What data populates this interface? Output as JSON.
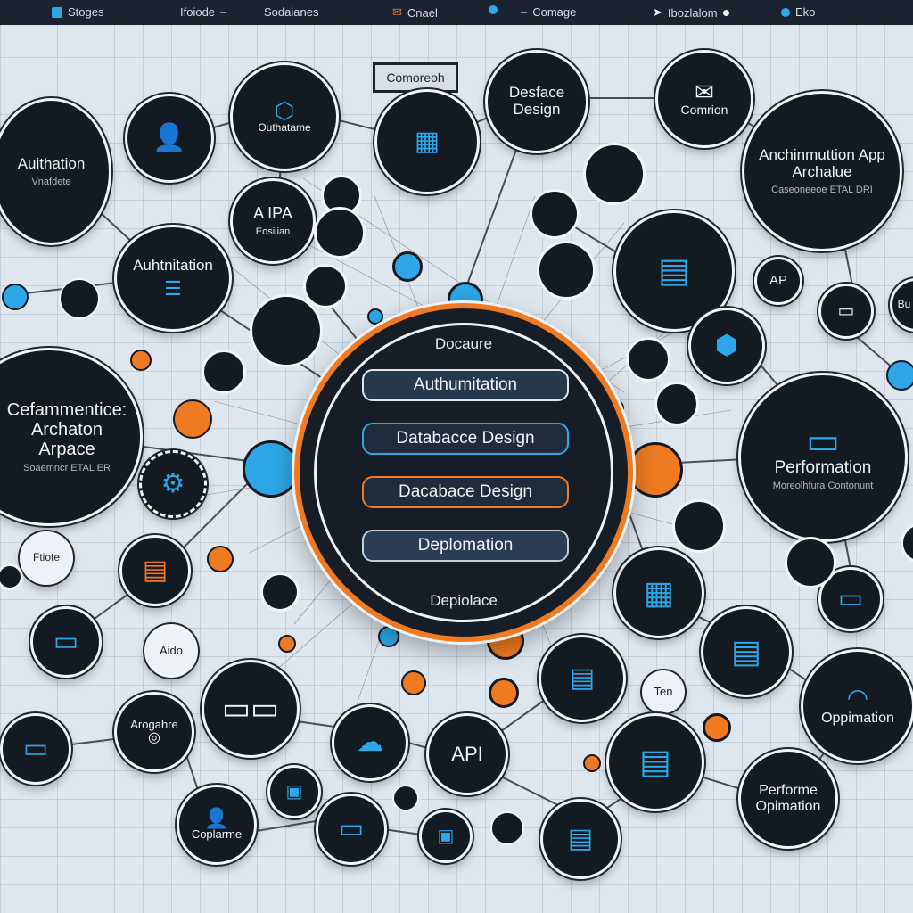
{
  "topbar": {
    "items": [
      "Stoges",
      "Ifoiode",
      "Sodaianes",
      "Cnael",
      "Comage",
      "Ibozlalom",
      "Eko"
    ]
  },
  "tag": {
    "label": "Comoreoh"
  },
  "center": {
    "title": "Docaure",
    "footer": "Depiolace",
    "pills": [
      "Authumitation",
      "Databacce Design",
      "Dacabace Design",
      "Deplomation"
    ]
  },
  "nodes": {
    "auth_left": {
      "label": "Auithation",
      "sub": "Vnafdete"
    },
    "outhatane": {
      "label": "Outhatame"
    },
    "alpa": {
      "label": "A IPA",
      "sub": "Eosiiian"
    },
    "authentication": {
      "label": "Auhtnitation"
    },
    "deface": {
      "label": "Desface Design"
    },
    "common": {
      "label": "Comrion"
    },
    "arch_app": {
      "label": "Anchinmuttion App Archalue",
      "sub": "Caseoneeoe ETAL DRI"
    },
    "ap": {
      "label": "AP"
    },
    "cefam": {
      "label": "Cefammentice: Archaton Arpace",
      "sub": "Soaemncr ETAL ER"
    },
    "performation": {
      "label": "Performation",
      "sub": "Moreolhfura Contonunt"
    },
    "ftiote": {
      "label": "Ftiote"
    },
    "aido": {
      "label": "Aido"
    },
    "ten": {
      "label": "Ten"
    },
    "oppimation": {
      "label": "Oppimation"
    },
    "arogahre": {
      "label": "Arogahre"
    },
    "api": {
      "label": "API"
    },
    "perf_opt": {
      "label": "Performe Opimation"
    },
    "coplarme": {
      "label": "Coplarme"
    },
    "bu": {
      "label": "Bu"
    }
  },
  "colors": {
    "accent_blue": "#2ea7e8",
    "accent_orange": "#f07a22",
    "node_bg": "#141a22"
  }
}
